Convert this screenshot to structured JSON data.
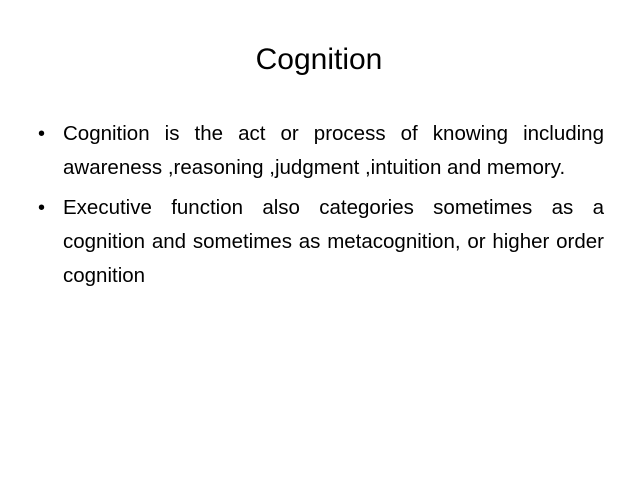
{
  "slide": {
    "title": "Cognition",
    "bullet_marker": "•",
    "bullets": [
      {
        "text": "Cognition is the act or process of knowing including awareness ,reasoning ,judgment ,intuition and memory."
      },
      {
        "text": "Executive function also categories sometimes as a cognition and sometimes as metacognition, or higher order cognition"
      }
    ]
  }
}
